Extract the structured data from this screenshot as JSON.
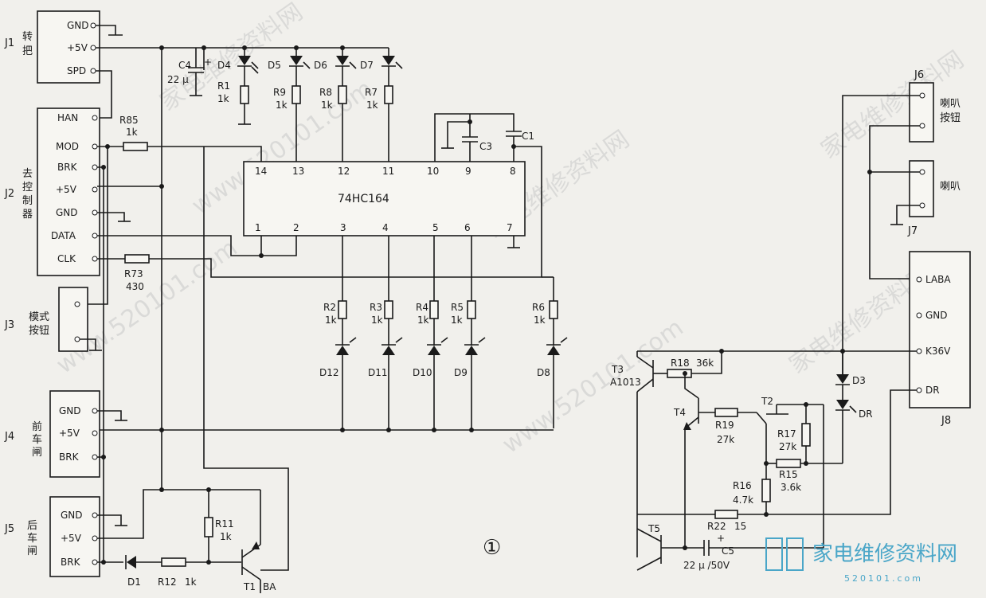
{
  "connectors": {
    "j1": {
      "label": "J1",
      "name": "转把",
      "pins": [
        "GND",
        "+5V",
        "SPD"
      ]
    },
    "j2": {
      "label": "J2",
      "name": "去控制器",
      "pins": [
        "HAN",
        "MOD",
        "BRK",
        "+5V",
        "GND",
        "DATA",
        "CLK"
      ]
    },
    "j3": {
      "label": "J3",
      "name": "模式按钮"
    },
    "j4": {
      "label": "J4",
      "name": "前车闸",
      "pins": [
        "GND",
        "+5V",
        "BRK"
      ]
    },
    "j5": {
      "label": "J5",
      "name": "后车闸",
      "pins": [
        "GND",
        "+5V",
        "BRK"
      ]
    },
    "j6": {
      "label": "J6",
      "name": "喇叭按钮"
    },
    "j7": {
      "label": "J7",
      "name": "喇叭"
    },
    "j8": {
      "label": "J8",
      "pins": [
        "LABA",
        "GND",
        "K36V",
        "DR"
      ]
    }
  },
  "ic": {
    "name": "74HC164",
    "top_pins": [
      "14",
      "13",
      "12",
      "11",
      "10",
      "9",
      "8"
    ],
    "bottom_pins": [
      "1",
      "2",
      "3",
      "4",
      "5",
      "6",
      "7"
    ]
  },
  "components": {
    "c4": {
      "name": "C4",
      "value": "22 μ"
    },
    "c3": {
      "name": "C3"
    },
    "c1": {
      "name": "C1"
    },
    "c5": {
      "name": "C5",
      "value": "22 μ /50V"
    },
    "r85": {
      "name": "R85",
      "value": "1k"
    },
    "r73": {
      "name": "R73",
      "value": "430"
    },
    "r1": {
      "name": "R1",
      "value": "1k"
    },
    "r9": {
      "name": "R9",
      "value": "1k"
    },
    "r8": {
      "name": "R8",
      "value": "1k"
    },
    "r7": {
      "name": "R7",
      "value": "1k"
    },
    "r2": {
      "name": "R2",
      "value": "1k"
    },
    "r3": {
      "name": "R3",
      "value": "1k"
    },
    "r4": {
      "name": "R4",
      "value": "1k"
    },
    "r5": {
      "name": "R5",
      "value": "1k"
    },
    "r6": {
      "name": "R6",
      "value": "1k"
    },
    "r11": {
      "name": "R11",
      "value": "1k"
    },
    "r12": {
      "name": "R12",
      "value": "1k"
    },
    "r18": {
      "name": "R18",
      "value": "36k"
    },
    "r19": {
      "name": "R19",
      "value": "27k"
    },
    "r17": {
      "name": "R17",
      "value": "27k"
    },
    "r15": {
      "name": "R15",
      "value": "3.6k"
    },
    "r16": {
      "name": "R16",
      "value": "4.7k"
    },
    "r22": {
      "name": "R22",
      "value": "15"
    },
    "d4": "D4",
    "d5": "D5",
    "d6": "D6",
    "d7": "D7",
    "d12": "D12",
    "d11": "D11",
    "d10": "D10",
    "d9": "D9",
    "d8": "D8",
    "d1": "D1",
    "d3": "D3",
    "dr": "DR",
    "t1": {
      "name": "T1",
      "value": "BA"
    },
    "t2": "T2",
    "t3": {
      "name": "T3",
      "value": "A1013"
    },
    "t4": "T4",
    "t5": "T5"
  },
  "figure_number": "①",
  "watermark": {
    "text": "家电维修资料网",
    "site": "www.520101.com",
    "logo_url": "520101.com"
  }
}
